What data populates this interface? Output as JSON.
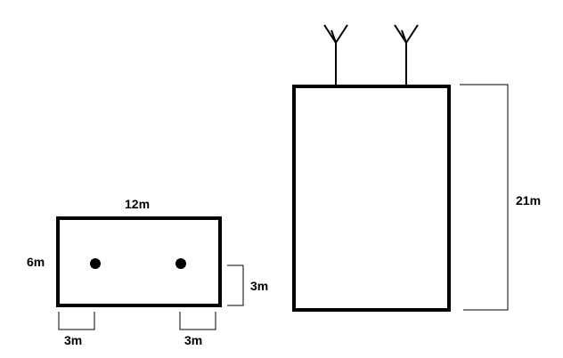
{
  "colors": {
    "background": "#ffffff",
    "stroke": "#000000"
  },
  "left_figure": {
    "width_label": "12m",
    "height_label": "6m",
    "hole_offset_left_label": "3m",
    "hole_offset_right_label": "3m",
    "hole_height_label": "3m",
    "holes": 2
  },
  "right_figure": {
    "height_label": "21m",
    "antennas": 2
  }
}
